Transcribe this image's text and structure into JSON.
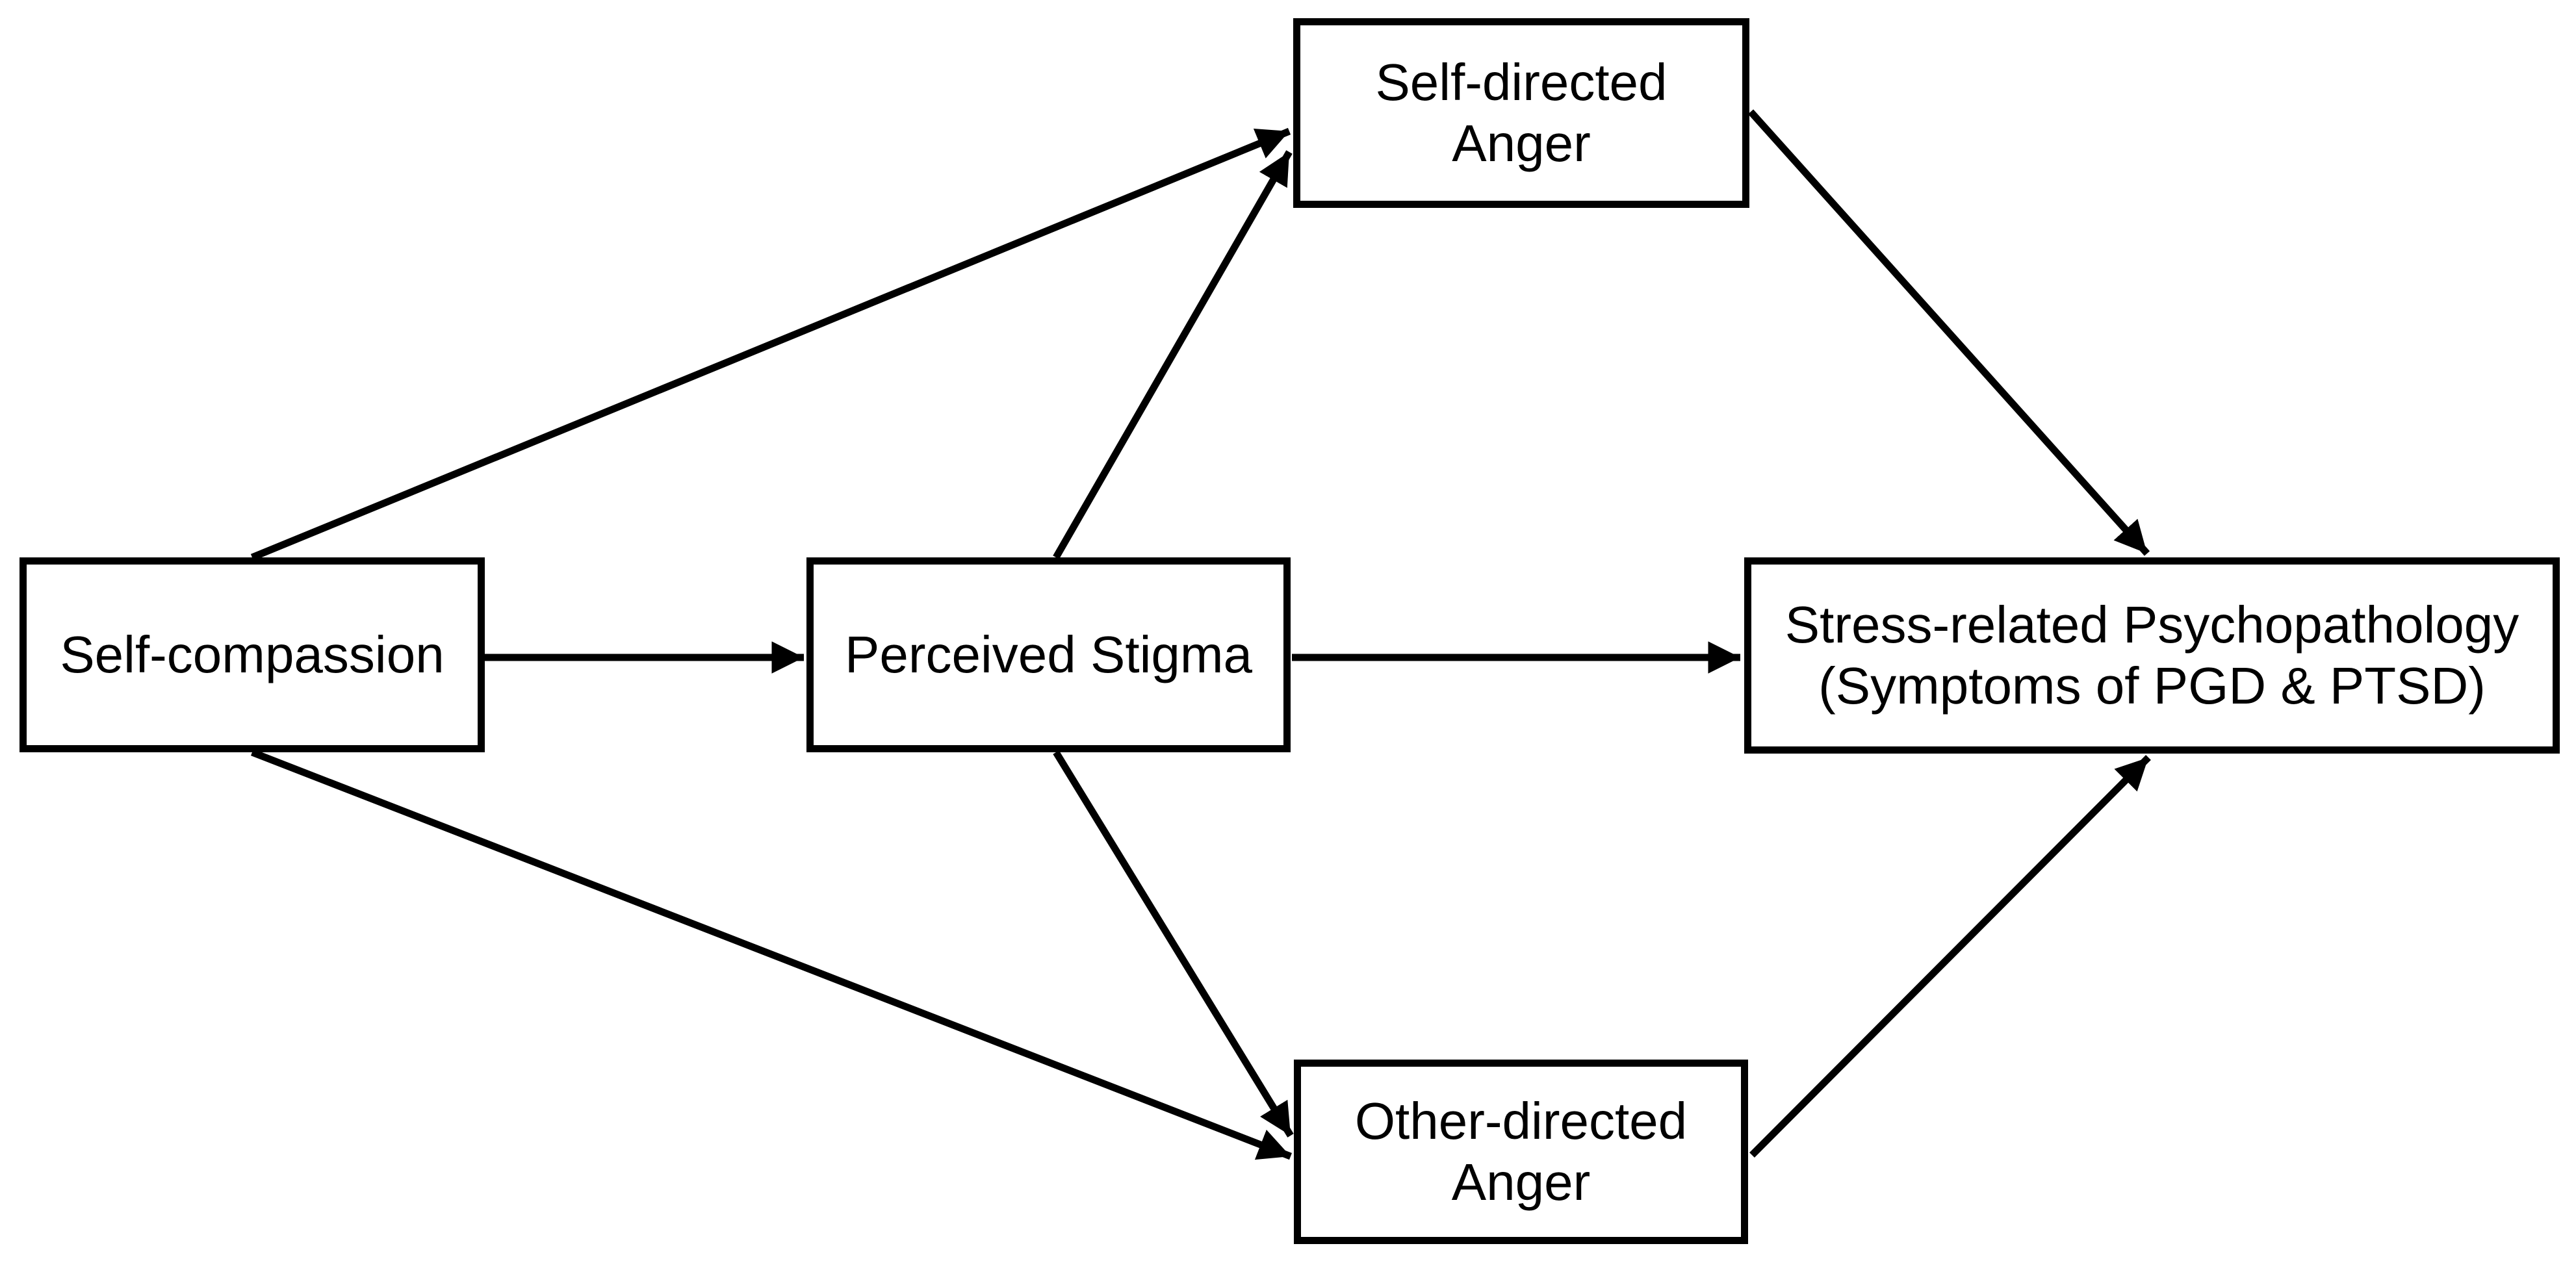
{
  "diagram": {
    "title": "Mediation path model",
    "background_color": "#ffffff",
    "node_fill_color": "#ffffff",
    "node_border_color": "#000000",
    "line_color": "#000000",
    "text_color": "#000000",
    "nodes": {
      "self_compassion": {
        "label": "Self-compassion"
      },
      "perceived_stigma": {
        "label": "Perceived Stigma"
      },
      "self_directed_anger": {
        "label_line1": "Self-directed",
        "label_line2": "Anger"
      },
      "other_directed_anger": {
        "label_line1": "Other-directed",
        "label_line2": "Anger"
      },
      "stress_psychopathology": {
        "label_line1": "Stress-related Psychopathology",
        "label_line2": "(Symptoms of PGD & PTSD)"
      }
    },
    "edges": [
      {
        "id": "sc-to-sda",
        "from": "self_compassion",
        "to": "self_directed_anger"
      },
      {
        "id": "sc-to-ps",
        "from": "self_compassion",
        "to": "perceived_stigma"
      },
      {
        "id": "sc-to-oda",
        "from": "self_compassion",
        "to": "other_directed_anger"
      },
      {
        "id": "ps-to-sda",
        "from": "perceived_stigma",
        "to": "self_directed_anger"
      },
      {
        "id": "ps-to-srp",
        "from": "perceived_stigma",
        "to": "stress_psychopathology"
      },
      {
        "id": "ps-to-oda",
        "from": "perceived_stigma",
        "to": "other_directed_anger"
      },
      {
        "id": "sda-to-srp",
        "from": "self_directed_anger",
        "to": "stress_psychopathology"
      },
      {
        "id": "oda-to-srp",
        "from": "other_directed_anger",
        "to": "stress_psychopathology"
      }
    ]
  }
}
